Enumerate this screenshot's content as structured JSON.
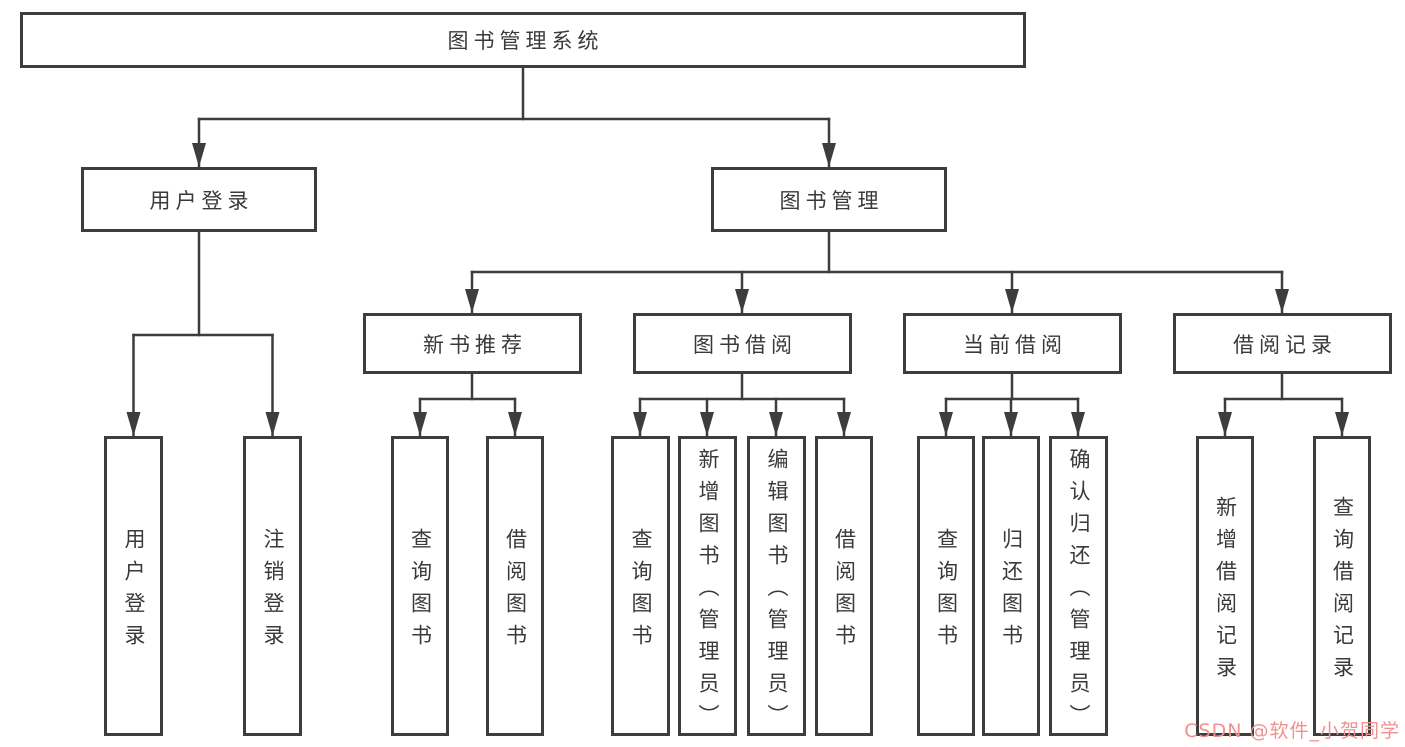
{
  "diagram": {
    "root": {
      "label": "图书管理系统"
    },
    "user_login": {
      "label": "用户登录",
      "children": [
        {
          "label": "用户登录"
        },
        {
          "label": "注销登录"
        }
      ]
    },
    "book_management": {
      "label": "图书管理",
      "sections": [
        {
          "label": "新书推荐",
          "children": [
            {
              "label": "查询图书"
            },
            {
              "label": "借阅图书"
            }
          ]
        },
        {
          "label": "图书借阅",
          "children": [
            {
              "label": "查询图书"
            },
            {
              "label": "新增图书（管理员）"
            },
            {
              "label": "编辑图书（管理员）"
            },
            {
              "label": "借阅图书"
            }
          ]
        },
        {
          "label": "当前借阅",
          "children": [
            {
              "label": "查询图书"
            },
            {
              "label": "归还图书"
            },
            {
              "label": "确认归还（管理员）"
            }
          ]
        },
        {
          "label": "借阅记录",
          "children": [
            {
              "label": "新增借阅记录"
            },
            {
              "label": "查询借阅记录"
            }
          ]
        }
      ]
    }
  },
  "watermark": {
    "text": "CSDN @软件_小贺同学",
    "color": "#f1918f"
  },
  "colors": {
    "line": "#3d3d3d",
    "text": "#3a3a3a",
    "background": "#ffffff"
  }
}
